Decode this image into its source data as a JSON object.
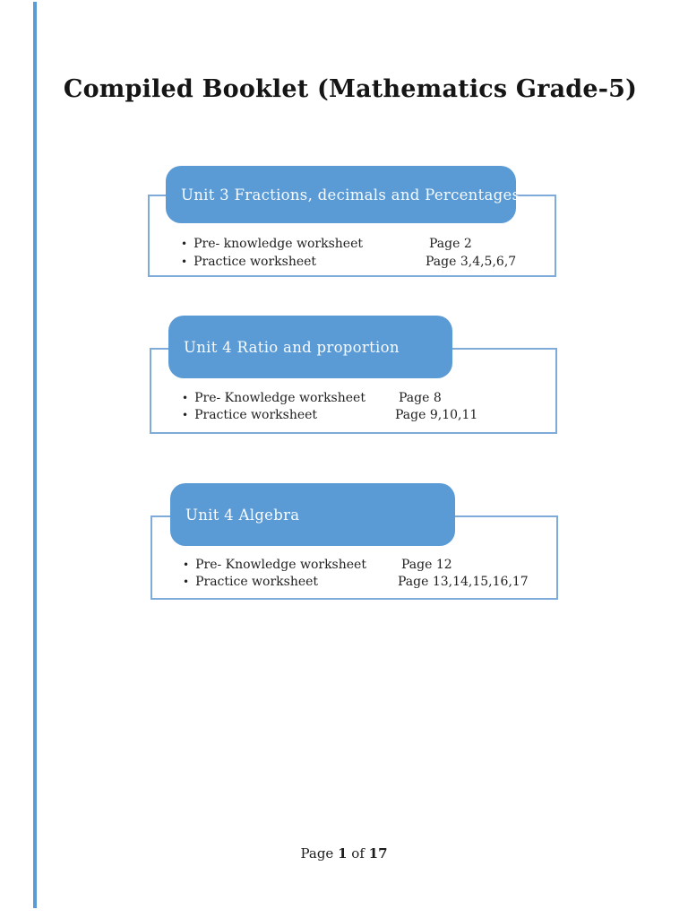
{
  "document": {
    "title": "Compiled Booklet (Mathematics Grade-5)",
    "footer": {
      "label": "Page",
      "current_page": "1",
      "separator": "of",
      "total_pages": "17"
    }
  },
  "sections": [
    {
      "header": "Unit 3 Fractions, decimals and Percentages",
      "rows": [
        {
          "bullet": "•",
          "label": "Pre- knowledge worksheet",
          "pages": "Page 2"
        },
        {
          "bullet": "•",
          "label": "Practice worksheet",
          "pages": "Page 3,4,5,6,7"
        }
      ]
    },
    {
      "header": "Unit 4 Ratio and proportion",
      "rows": [
        {
          "bullet": "•",
          "label": "Pre- Knowledge worksheet",
          "pages": "Page 8"
        },
        {
          "bullet": "•",
          "label": "Practice worksheet",
          "pages": "Page 9,10,11"
        }
      ]
    },
    {
      "header": "Unit 4 Algebra",
      "rows": [
        {
          "bullet": "•",
          "label": "Pre- Knowledge worksheet",
          "pages": "Page 12"
        },
        {
          "bullet": "•",
          "label": "Practice worksheet",
          "pages": "Page 13,14,15,16,17"
        }
      ]
    }
  ],
  "colors": {
    "header_box_fill": "#5b9bd5",
    "header_box_text": "#f7fbff",
    "outline_border": "#7fabdb",
    "left_rule": "#5b9bd5",
    "body_text": "#212121"
  }
}
